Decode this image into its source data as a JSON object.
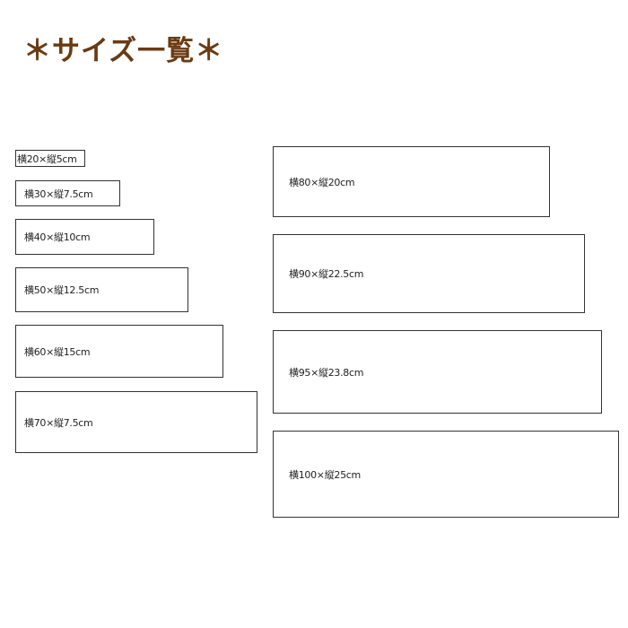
{
  "title": "＊サイズ一覧＊",
  "colors": {
    "title": "#6b3a12",
    "border": "#333333",
    "text": "#222222",
    "background": "#ffffff"
  },
  "sizes": [
    {
      "label": "横20×縦5cm"
    },
    {
      "label": "横30×縦7.5cm"
    },
    {
      "label": "横40×縦10cm"
    },
    {
      "label": "横50×縦12.5cm"
    },
    {
      "label": "横60×縦15cm"
    },
    {
      "label": "横70×縦7.5cm"
    },
    {
      "label": "横80×縦20cm"
    },
    {
      "label": "横90×縦22.5cm"
    },
    {
      "label": "横95×縦23.8cm"
    },
    {
      "label": "横100×縦25cm"
    }
  ]
}
